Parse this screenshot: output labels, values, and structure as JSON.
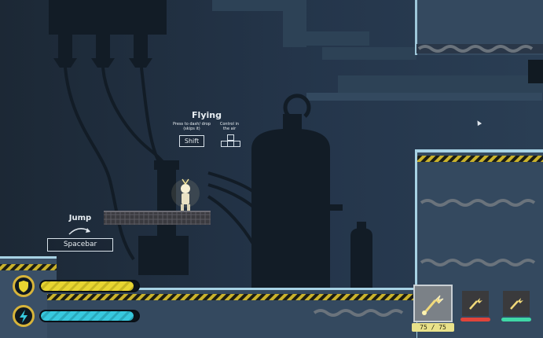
{
  "game": {
    "tutorial_flying": {
      "title": "Flying",
      "hint_left": "Press to dash/ drop (skips it)",
      "key_left": "Shift",
      "hint_right": "Control in the air"
    },
    "tutorial_jump": {
      "title": "Jump",
      "key": "Spacebar"
    },
    "hud": {
      "health_icon": "shield-icon",
      "energy_icon": "lightning-icon",
      "health_fraction": 0.95,
      "energy_fraction": 0.95,
      "colors": {
        "health": "#e8d531",
        "energy": "#37c9de",
        "accent": "#d7b43a"
      }
    },
    "ability_slots": [
      {
        "icon": "spark-bolt-icon",
        "counter": "75 / 75",
        "selected": true
      },
      {
        "icon": "spark-bolt-icon",
        "bar_color": "#e0443a",
        "selected": false
      },
      {
        "icon": "spark-bolt-icon",
        "bar_color": "#3fd7a6",
        "selected": false
      }
    ]
  }
}
